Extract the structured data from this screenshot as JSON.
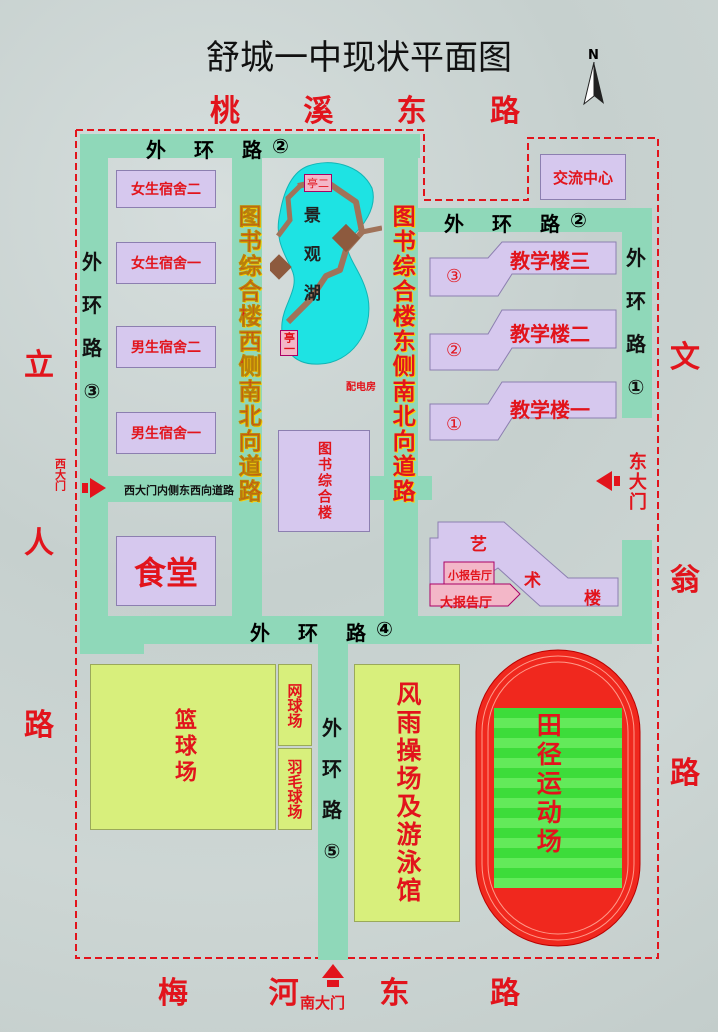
{
  "title": "舒城一中现状平面图",
  "north_label": "N",
  "outer_roads": {
    "north": [
      "桃",
      "溪",
      "东",
      "路"
    ],
    "south": [
      "梅",
      "河",
      "东",
      "路"
    ],
    "west": [
      "立",
      "人",
      "路"
    ],
    "east": [
      "文",
      "翁",
      "路"
    ]
  },
  "ring_roads": {
    "top": "外环路②",
    "right_top": "外环路②",
    "left": "外环路③",
    "right": "外环路①",
    "bottom": "外环路④",
    "south": "外环路⑤"
  },
  "ring_road_parts": {
    "char1": "外",
    "char2": "环",
    "char3": "路",
    "n1": "①",
    "n2": "②",
    "n3": "③",
    "n4": "④",
    "n5": "⑤"
  },
  "buildings": {
    "dorm_f2": "女生宿舍二",
    "dorm_f1": "女生宿舍一",
    "dorm_m2": "男生宿舍二",
    "dorm_m1": "男生宿舍一",
    "canteen": "食堂",
    "library": "图书综合楼",
    "exchange": "交流中心",
    "teach3": "教学楼三",
    "teach2": "教学楼二",
    "teach1": "教学楼一",
    "teach3_no": "③",
    "teach2_no": "②",
    "teach1_no": "①",
    "art_a": "艺",
    "art_b": "术",
    "art_c": "楼",
    "small_hall": "小报告厅",
    "big_hall": "大报告厅",
    "power_room": "配电房",
    "pavilion1": "亭一",
    "pavilion2": "亭二",
    "lake": "景观湖",
    "basketball": "篮球场",
    "tennis": "网球场",
    "badminton": "羽毛球场",
    "playground": "风雨操场及游泳馆",
    "track": "田径运动场"
  },
  "lanes": {
    "west_lane": "图书综合楼西侧南北向道路",
    "east_lane": "图书综合楼东侧南北向道路",
    "inner_ew": "西大门内侧东西向道路"
  },
  "gates": {
    "west": "西大门",
    "east": "东大门",
    "south": "南大门"
  },
  "colors": {
    "road": "#8fd8b9",
    "building": "#d6c8ee",
    "label_red": "#e2141c",
    "lake": "#1ee3e3",
    "field": "#d8ef7c",
    "track": "#f0281e",
    "turf": "#3ddc3a"
  }
}
